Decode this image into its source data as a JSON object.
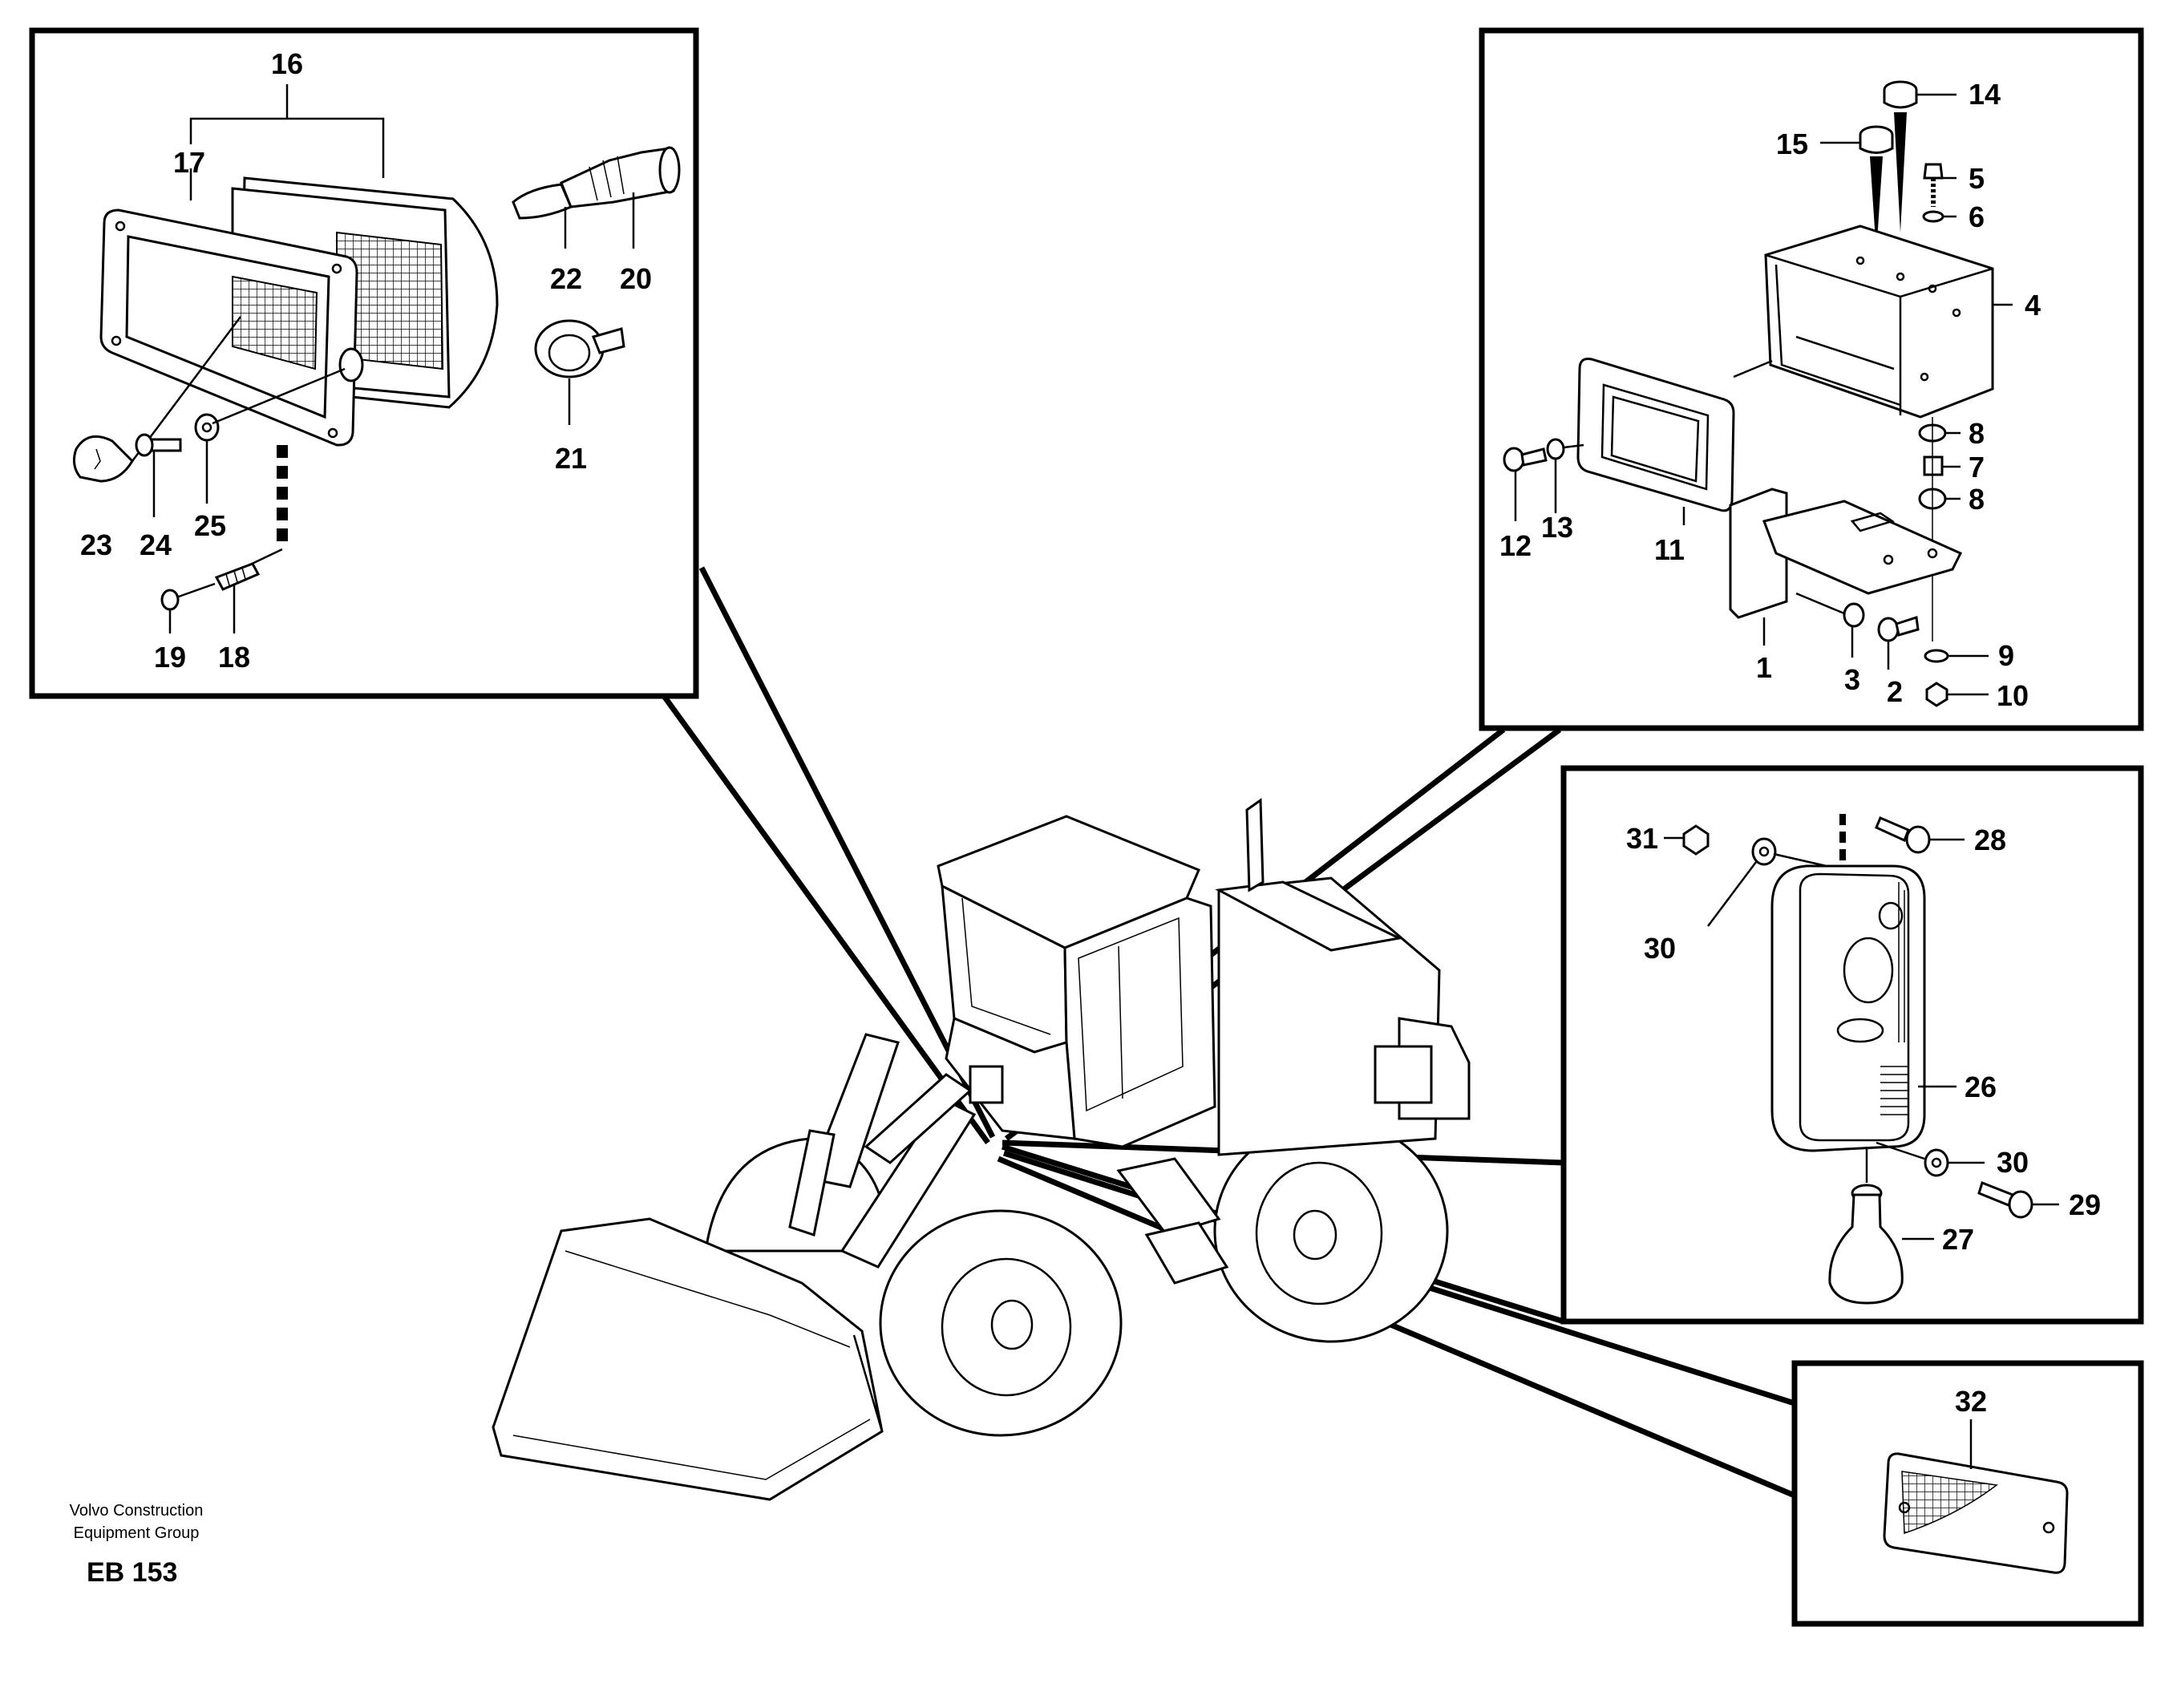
{
  "labels": {
    "p1": "1",
    "p2": "2",
    "p3": "3",
    "p4": "4",
    "p5": "5",
    "p6": "6",
    "p7": "7",
    "p8a": "8",
    "p8b": "8",
    "p9": "9",
    "p10": "10",
    "p11": "11",
    "p12": "12",
    "p13": "13",
    "p14": "14",
    "p15": "15",
    "p16": "16",
    "p17": "17",
    "p18": "18",
    "p19": "19",
    "p20": "20",
    "p21": "21",
    "p22": "22",
    "p23": "23",
    "p24": "24",
    "p25": "25",
    "p26": "26",
    "p27": "27",
    "p28": "28",
    "p29": "29",
    "p30a": "30",
    "p30b": "30",
    "p31": "31",
    "p32": "32"
  },
  "footer": {
    "company_line1": "Volvo Construction",
    "company_line2": "Equipment Group",
    "code": "EB 153"
  }
}
